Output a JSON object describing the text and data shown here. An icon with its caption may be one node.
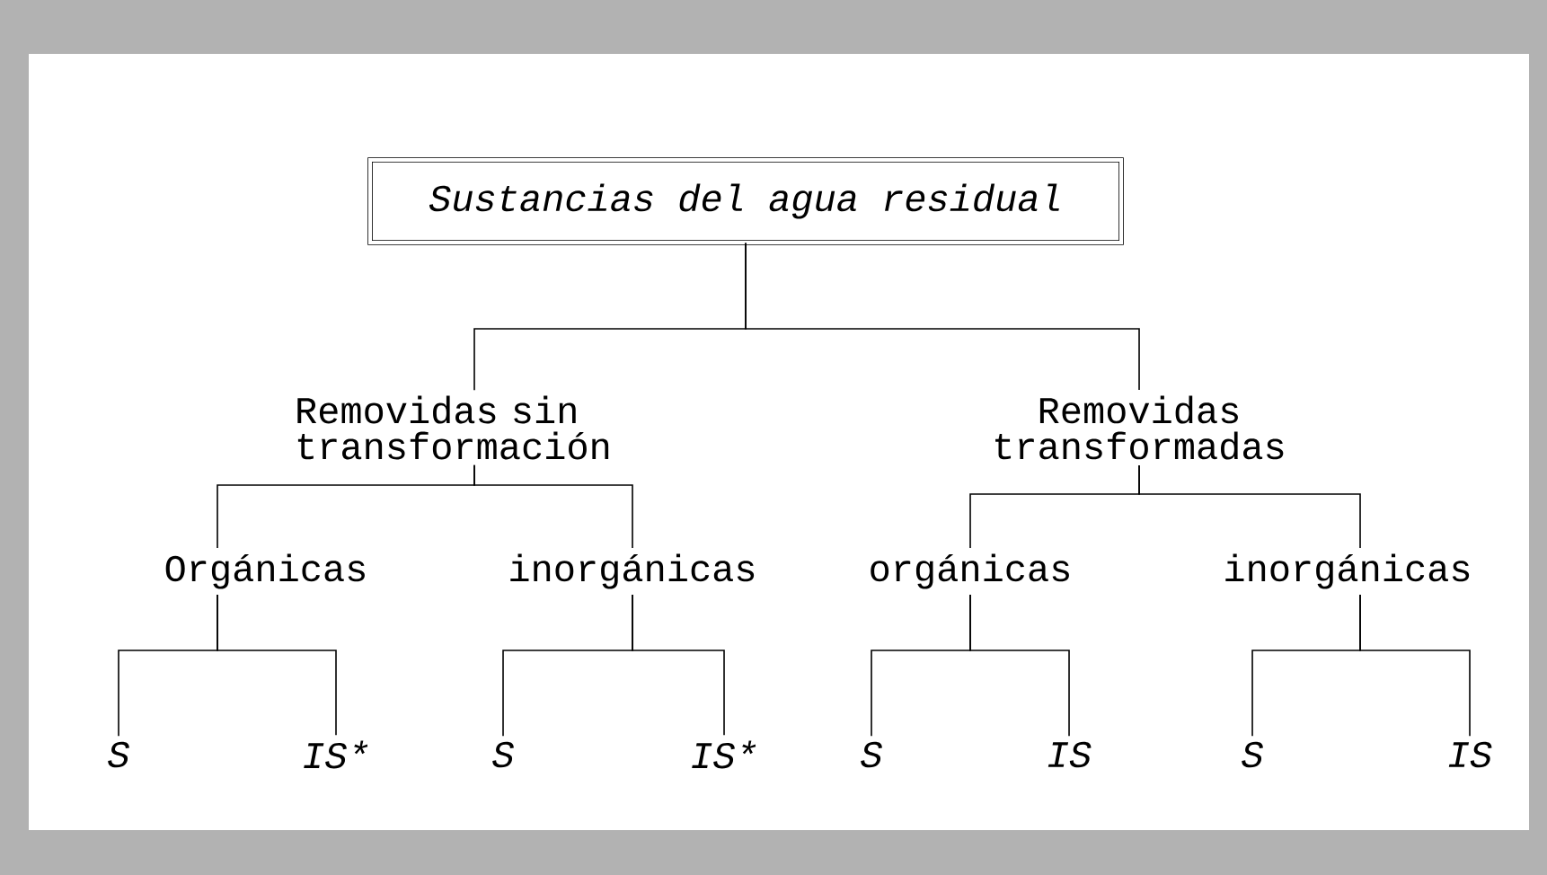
{
  "diagram": {
    "nodes": [
      {
        "text": [
          "Sustancias del agua residual"
        ]
      },
      {
        "text": [
          "Removidas sin transformación"
        ]
      },
      {
        "text": [
          "Removidas transformadas"
        ]
      },
      {
        "text": [
          "Orgánicas"
        ]
      },
      {
        "text": [
          "inorgánicas"
        ]
      },
      {
        "text": [
          "orgánicas"
        ]
      },
      {
        "text": [
          "inorgánicas"
        ]
      },
      {
        "text": [
          "S"
        ]
      },
      {
        "text": [
          "IS*"
        ]
      },
      {
        "text": [
          "S"
        ]
      },
      {
        "text": [
          "IS*"
        ]
      },
      {
        "text": [
          "S"
        ]
      },
      {
        "text": [
          "IS"
        ]
      },
      {
        "text": [
          "S"
        ]
      },
      {
        "text": [
          "IS"
        ]
      }
    ],
    "edges": [
      {
        "from": 0,
        "to": 1,
        "arrow": "none"
      },
      {
        "from": 0,
        "to": 2,
        "arrow": "none"
      },
      {
        "from": 1,
        "to": 3,
        "arrow": "none"
      },
      {
        "from": 1,
        "to": 4,
        "arrow": "none"
      },
      {
        "from": 2,
        "to": 5,
        "arrow": "none"
      },
      {
        "from": 2,
        "to": 6,
        "arrow": "none"
      },
      {
        "from": 3,
        "to": 7,
        "arrow": "none"
      },
      {
        "from": 3,
        "to": 8,
        "arrow": "none"
      },
      {
        "from": 4,
        "to": 9,
        "arrow": "none"
      },
      {
        "from": 4,
        "to": 10,
        "arrow": "none"
      },
      {
        "from": 5,
        "to": 11,
        "arrow": "none"
      },
      {
        "from": 5,
        "to": 12,
        "arrow": "none"
      },
      {
        "from": 6,
        "to": 13,
        "arrow": "none"
      },
      {
        "from": 6,
        "to": 14,
        "arrow": "none"
      }
    ]
  }
}
